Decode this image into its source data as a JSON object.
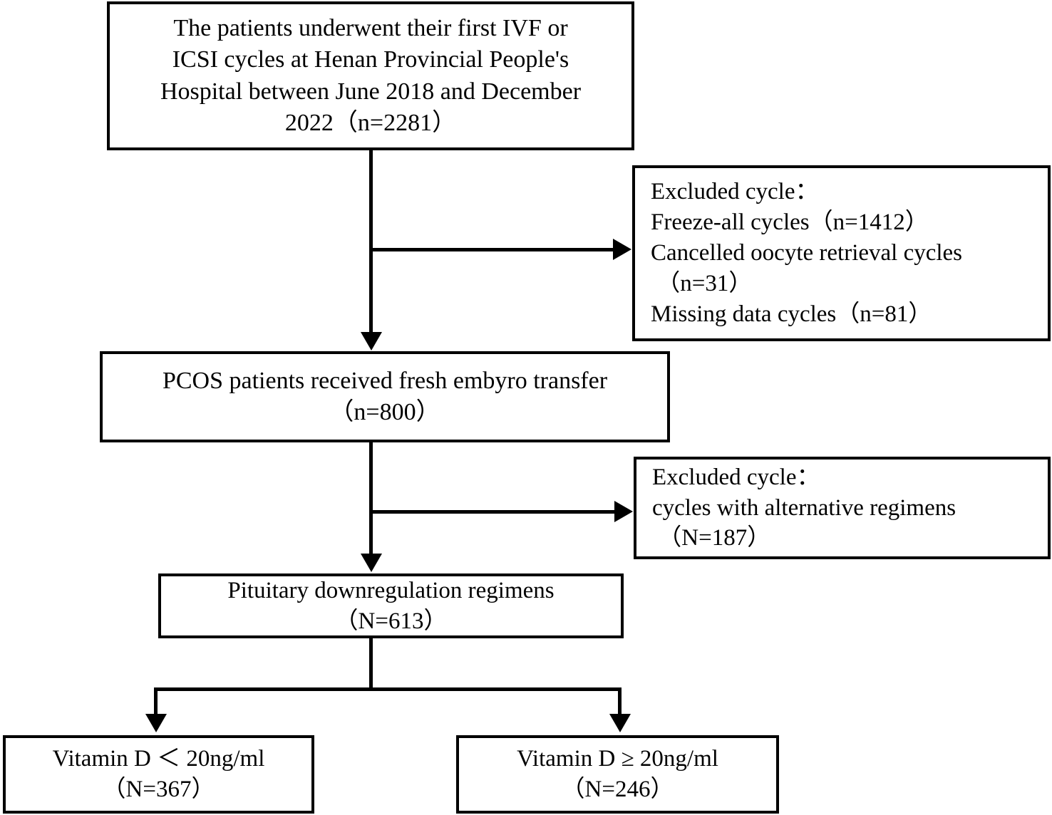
{
  "diagram": {
    "title": "Patient selection flowchart",
    "stroke_color": "#000000",
    "background_color": "#ffffff",
    "nodes": {
      "source": {
        "lines": [
          "The patients underwent their first IVF or",
          "ICSI cycles at Henan Provincial People's",
          "Hospital between June 2018 and December",
          "2022（n=2281）"
        ],
        "count_label": "n=2281",
        "count_value": 2281
      },
      "excluded_1": {
        "lines": [
          "Excluded cycle：",
          "Freeze-all cycles（n=1412）",
          "Cancelled oocyte retrieval cycles",
          " （n=31）",
          "Missing data cycles（n=81）"
        ],
        "items": [
          {
            "label": "Freeze-all cycles",
            "count_label": "n=1412",
            "count_value": 1412
          },
          {
            "label": "Cancelled oocyte retrieval cycles",
            "count_label": "n=31",
            "count_value": 31
          },
          {
            "label": "Missing data cycles",
            "count_label": "n=81",
            "count_value": 81
          }
        ]
      },
      "pcos": {
        "lines": [
          "PCOS patients received fresh embyro transfer",
          "（n=800）"
        ],
        "count_label": "n=800",
        "count_value": 800
      },
      "excluded_2": {
        "lines": [
          "Excluded cycle：",
          "cycles with alternative regimens",
          " （N=187）"
        ],
        "items": [
          {
            "label": "cycles with alternative regimens",
            "count_label": "N=187",
            "count_value": 187
          }
        ]
      },
      "pituitary": {
        "lines": [
          "Pituitary downregulation regimens",
          "（N=613）"
        ],
        "count_label": "N=613",
        "count_value": 613
      },
      "vitd_low": {
        "lines": [
          "Vitamin D ＜ 20ng/ml",
          "（N=367）"
        ],
        "threshold": "< 20ng/ml",
        "count_label": "N=367",
        "count_value": 367
      },
      "vitd_high": {
        "lines": [
          "Vitamin D ≥ 20ng/ml",
          "（N=246）"
        ],
        "threshold": "≥ 20ng/ml",
        "count_label": "N=246",
        "count_value": 246
      }
    }
  }
}
